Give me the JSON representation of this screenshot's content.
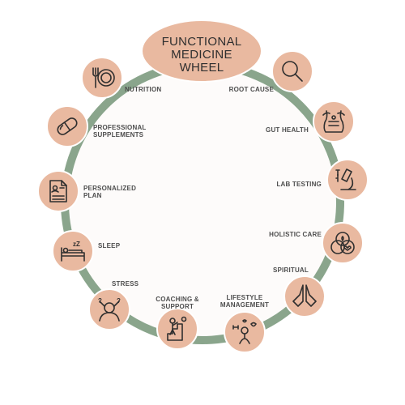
{
  "title": {
    "lines": [
      "FUNCTIONAL",
      "MEDICINE",
      "WHEEL"
    ]
  },
  "colors": {
    "ring": "#8aa58c",
    "node": "#e9b9a0",
    "inner": "#fdfbfa",
    "icon": "#2f2f2f",
    "label": "#4d4d4d"
  },
  "items": [
    {
      "id": "nutrition",
      "label": [
        "NUTRITION"
      ],
      "icon": "fork-plate-icon"
    },
    {
      "id": "root-cause",
      "label": [
        "ROOT CAUSE"
      ],
      "icon": "magnifier-icon"
    },
    {
      "id": "professional-supplements",
      "label": [
        "PROFESSIONAL",
        "SUPPLEMENTS"
      ],
      "icon": "capsule-icon"
    },
    {
      "id": "gut-health",
      "label": [
        "GUT HEALTH"
      ],
      "icon": "torso-icon"
    },
    {
      "id": "personalized-plan",
      "label": [
        "PERSONALIZED",
        "PLAN"
      ],
      "icon": "document-icon"
    },
    {
      "id": "lab-testing",
      "label": [
        "LAB TESTING"
      ],
      "icon": "microscope-icon"
    },
    {
      "id": "holistic-care",
      "label": [
        "HOLISTIC CARE"
      ],
      "icon": "venn-icon"
    },
    {
      "id": "sleep",
      "label": [
        "SLEEP"
      ],
      "icon": "bed-icon"
    },
    {
      "id": "spiritual",
      "label": [
        "SPIRITUAL"
      ],
      "icon": "praying-hands-icon"
    },
    {
      "id": "stress",
      "label": [
        "STRESS"
      ],
      "icon": "stressed-person-icon"
    },
    {
      "id": "coaching-support",
      "label": [
        "COACHING &",
        "SUPPORT"
      ],
      "icon": "coach-steps-icon"
    },
    {
      "id": "lifestyle-management",
      "label": [
        "LIFESTYLE",
        "MANAGEMENT"
      ],
      "icon": "lifestyle-icon"
    }
  ]
}
